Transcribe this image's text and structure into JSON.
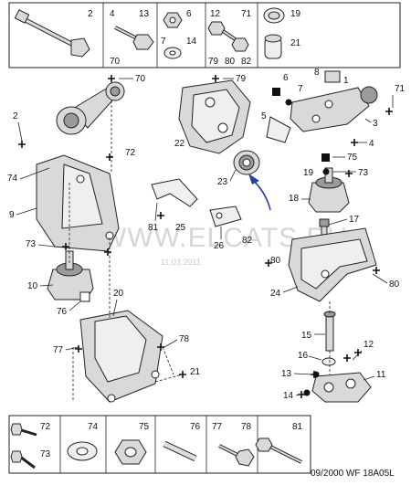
{
  "header_legend": {
    "cells": [
      {
        "labels": [
          "2"
        ],
        "icon": "long-bolt-with-nut-icon"
      },
      {
        "labels": [
          "4",
          "13",
          "70"
        ],
        "icon": "bolt-icon"
      },
      {
        "labels": [
          "6",
          "7",
          "14"
        ],
        "icon": "nut-and-washer-icon"
      },
      {
        "labels": [
          "12",
          "71",
          "79",
          "80",
          "82"
        ],
        "icon": "bolt-and-nut-set-icon"
      },
      {
        "labels": [
          "19",
          "21"
        ],
        "icon": "cap-and-sleeve-icon"
      }
    ]
  },
  "callouts": {
    "c2": "2",
    "c70": "70",
    "c72": "72",
    "c74": "74",
    "c9": "9",
    "c73a": "73",
    "c10": "10",
    "c76": "76",
    "c20": "20",
    "c77": "77",
    "c78": "78",
    "c21": "21",
    "c79": "79",
    "c22": "22",
    "c6": "6",
    "c7": "7",
    "c8": "8",
    "c71": "71",
    "c5": "5",
    "c1": "1",
    "c3": "3",
    "c4": "4",
    "c75": "75",
    "c19": "19",
    "c73b": "73",
    "c23": "23",
    "c18": "18",
    "c81": "81",
    "c25": "25",
    "c26": "26",
    "c82": "82",
    "c80a": "80",
    "c17": "17",
    "c24": "24",
    "c80b": "80",
    "c15": "15",
    "c16": "16",
    "c12": "12",
    "c13": "13",
    "c11": "11",
    "c14": "14"
  },
  "watermark": {
    "text": "WWW.ELCATS.RU",
    "date": "11.03.2011"
  },
  "footer_legend": {
    "cells": [
      {
        "labels": [
          "72",
          "73"
        ],
        "icon": "screw-icon"
      },
      {
        "labels": [
          "74"
        ],
        "icon": "washer-icon"
      },
      {
        "labels": [
          "75"
        ],
        "icon": "hex-nut-icon"
      },
      {
        "labels": [
          "76"
        ],
        "icon": "pin-icon"
      },
      {
        "labels": [
          "77",
          "78"
        ],
        "icon": "flange-bolt-icon"
      },
      {
        "labels": [
          "81"
        ],
        "icon": "long-bolt-icon"
      }
    ]
  },
  "reference": "09/2000 WF 18A05L",
  "colors": {
    "arrow": "#2c3fa8",
    "part_fill": "#d9d9d9",
    "frame": "#222222"
  }
}
